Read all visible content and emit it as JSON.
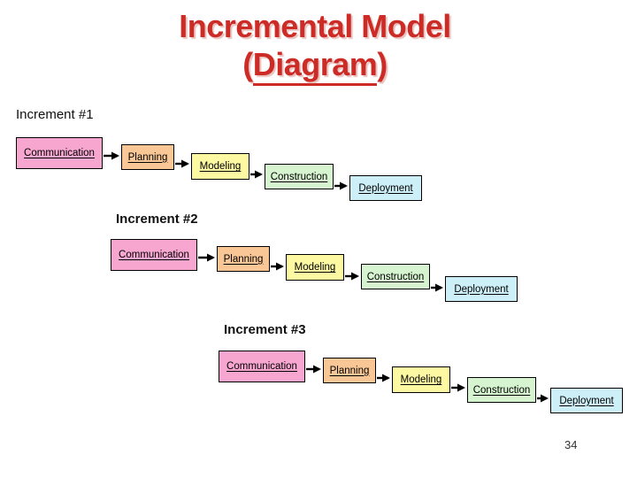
{
  "slide": {
    "title_line1": "Incremental Model",
    "title_line2": {
      "open": "(",
      "word": "Diagram",
      "close": ")"
    },
    "page_number": "34"
  },
  "colors": {
    "title-red": "#cc2b26",
    "communication": "#f7a6d0",
    "planning": "#f8c795",
    "modeling": "#fdf8a2",
    "construction": "#d7f4d0",
    "deployment": "#cdeff8",
    "arrow-black": "#000000"
  },
  "increments": [
    {
      "label": "Increment #1",
      "stages": [
        "Communication",
        "Planning",
        "Modeling",
        "Construction",
        "Deployment"
      ]
    },
    {
      "label": "Increment #2",
      "stages": [
        "Communication",
        "Planning",
        "Modeling",
        "Construction",
        "Deployment"
      ]
    },
    {
      "label": "Increment #3",
      "stages": [
        "Communication",
        "Planning",
        "Modeling",
        "Construction",
        "Deployment"
      ]
    }
  ]
}
